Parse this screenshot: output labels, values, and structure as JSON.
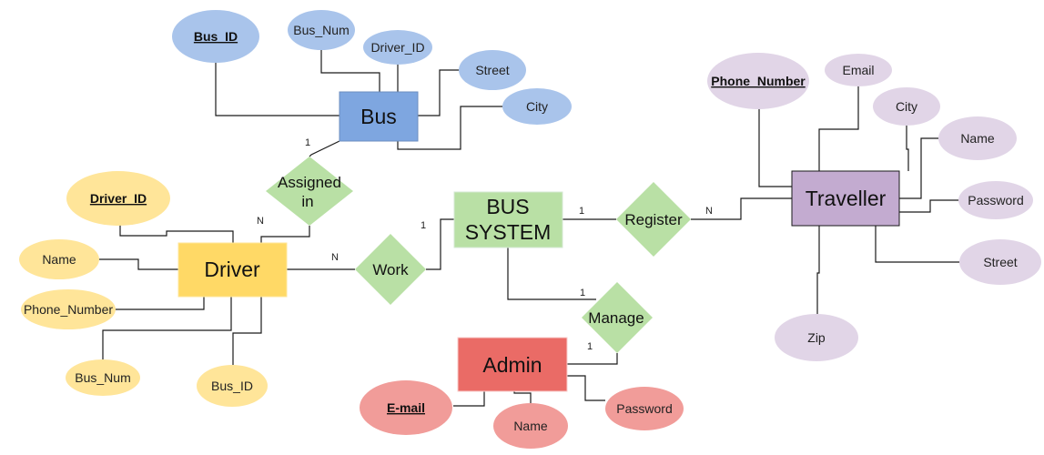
{
  "colors": {
    "bus": "#7ea6e0",
    "bus_attr": "#a9c4eb",
    "driver": "#ffd966",
    "driver_attr": "#fff2cc",
    "traveller": "#c3abd0",
    "traveller_attr": "#e1d5e7",
    "admin": "#ea6b66",
    "admin_attr": "#f19c99",
    "system": "#b9e0a5",
    "relationship": "#b9e0a5"
  },
  "entities": {
    "bus": "Bus",
    "driver": "Driver",
    "traveller": "Traveller",
    "admin": "Admin",
    "system_line1": "BUS",
    "system_line2": "SYSTEM"
  },
  "relationships": {
    "assigned_line1": "Assigned",
    "assigned_line2": "in",
    "work": "Work",
    "register": "Register",
    "manage": "Manage"
  },
  "attributes": {
    "bus": {
      "bus_id": "Bus_ID",
      "bus_num": "Bus_Num",
      "driver_id": "Driver_ID",
      "street": "Street",
      "city": "City"
    },
    "driver": {
      "driver_id": "Driver_ID",
      "name": "Name",
      "phone_number": "Phone_Number",
      "bus_num": "Bus_Num",
      "bus_id": "Bus_ID"
    },
    "traveller": {
      "phone_number": "Phone_Number",
      "email": "Email",
      "city": "City",
      "name": "Name",
      "password": "Password",
      "street": "Street",
      "zip": "Zip"
    },
    "admin": {
      "email": "E-mail",
      "name": "Name",
      "password": "Password"
    }
  },
  "cardinalities": {
    "bus_assigned": "1",
    "driver_assigned": "N",
    "system_work": "1",
    "driver_work": "N",
    "system_register": "1",
    "traveller_register": "N",
    "system_manage": "1",
    "admin_manage": "1"
  }
}
